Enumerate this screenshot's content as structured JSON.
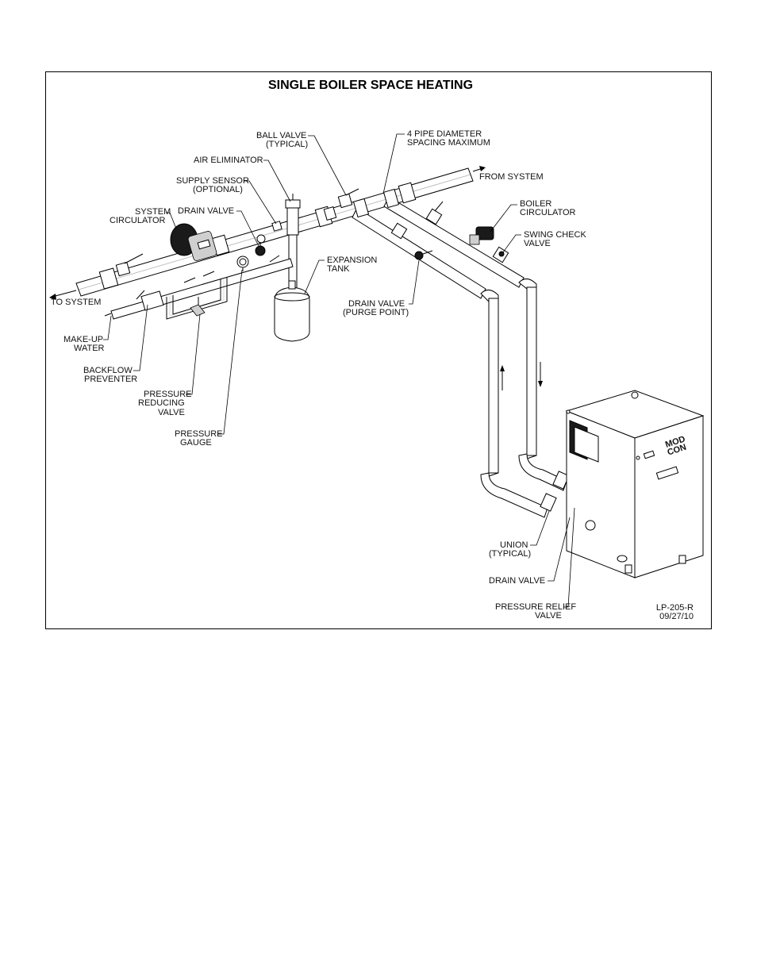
{
  "title": "SINGLE BOILER SPACE HEATING",
  "labels": {
    "ball_valve": [
      "BALL VALVE",
      "(TYPICAL)"
    ],
    "pipe_spacing": [
      "4 PIPE DIAMETER",
      "SPACING MAXIMUM"
    ],
    "air_eliminator": "AIR ELIMINATOR",
    "from_system": "FROM SYSTEM",
    "supply_sensor": [
      "SUPPLY SENSOR",
      "(OPTIONAL)"
    ],
    "system_circulator": [
      "SYSTEM",
      "CIRCULATOR"
    ],
    "drain_valve_top": "DRAIN VALVE",
    "boiler_circulator": [
      "BOILER",
      "CIRCULATOR"
    ],
    "swing_check_valve": [
      "SWING CHECK",
      "VALVE"
    ],
    "expansion_tank": [
      "EXPANSION",
      "TANK"
    ],
    "to_system": "TO SYSTEM",
    "drain_valve_purge": [
      "DRAIN VALVE",
      "(PURGE POINT)"
    ],
    "make_up_water": [
      "MAKE-UP",
      "WATER"
    ],
    "backflow_preventer": [
      "BACKFLOW",
      "PREVENTER"
    ],
    "pressure_reducing_valve": [
      "PRESSURE",
      "REDUCING",
      "VALVE"
    ],
    "pressure_gauge": [
      "PRESSURE",
      "GAUGE"
    ],
    "union": [
      "UNION",
      "(TYPICAL)"
    ],
    "drain_valve_boiler": "DRAIN VALVE",
    "pressure_relief_valve": [
      "PRESSURE RELIEF",
      "VALVE"
    ],
    "drawing_number": [
      "LP-205-R",
      "09/27/10"
    ],
    "boiler_logo": [
      "MOD",
      "CON"
    ]
  }
}
